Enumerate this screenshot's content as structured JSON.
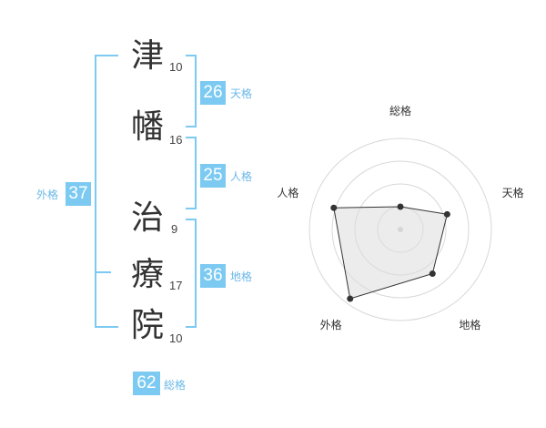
{
  "name_chars": [
    {
      "char": "津",
      "strokes": "10"
    },
    {
      "char": "幡",
      "strokes": "16"
    },
    {
      "char": "治",
      "strokes": "9"
    },
    {
      "char": "療",
      "strokes": "17"
    },
    {
      "char": "院",
      "strokes": "10"
    }
  ],
  "kaku": {
    "tenkaku": {
      "value": "26",
      "label": "天格"
    },
    "jinkaku": {
      "value": "25",
      "label": "人格"
    },
    "chikaku": {
      "value": "36",
      "label": "地格"
    },
    "gaikaku": {
      "value": "37",
      "label": "外格"
    },
    "soukaku": {
      "value": "62",
      "label": "総格"
    }
  },
  "chart_data": {
    "type": "radar",
    "axes": [
      "総格",
      "天格",
      "地格",
      "外格",
      "人格"
    ],
    "values": [
      0.25,
      0.54,
      0.6,
      0.94,
      0.77
    ],
    "rlim": [
      0,
      1
    ],
    "rings": 4,
    "colors": {
      "fill": "#dcdcdc",
      "line": "#333333",
      "grid": "#d8d8d8",
      "accent": "#7ccaf2"
    }
  }
}
